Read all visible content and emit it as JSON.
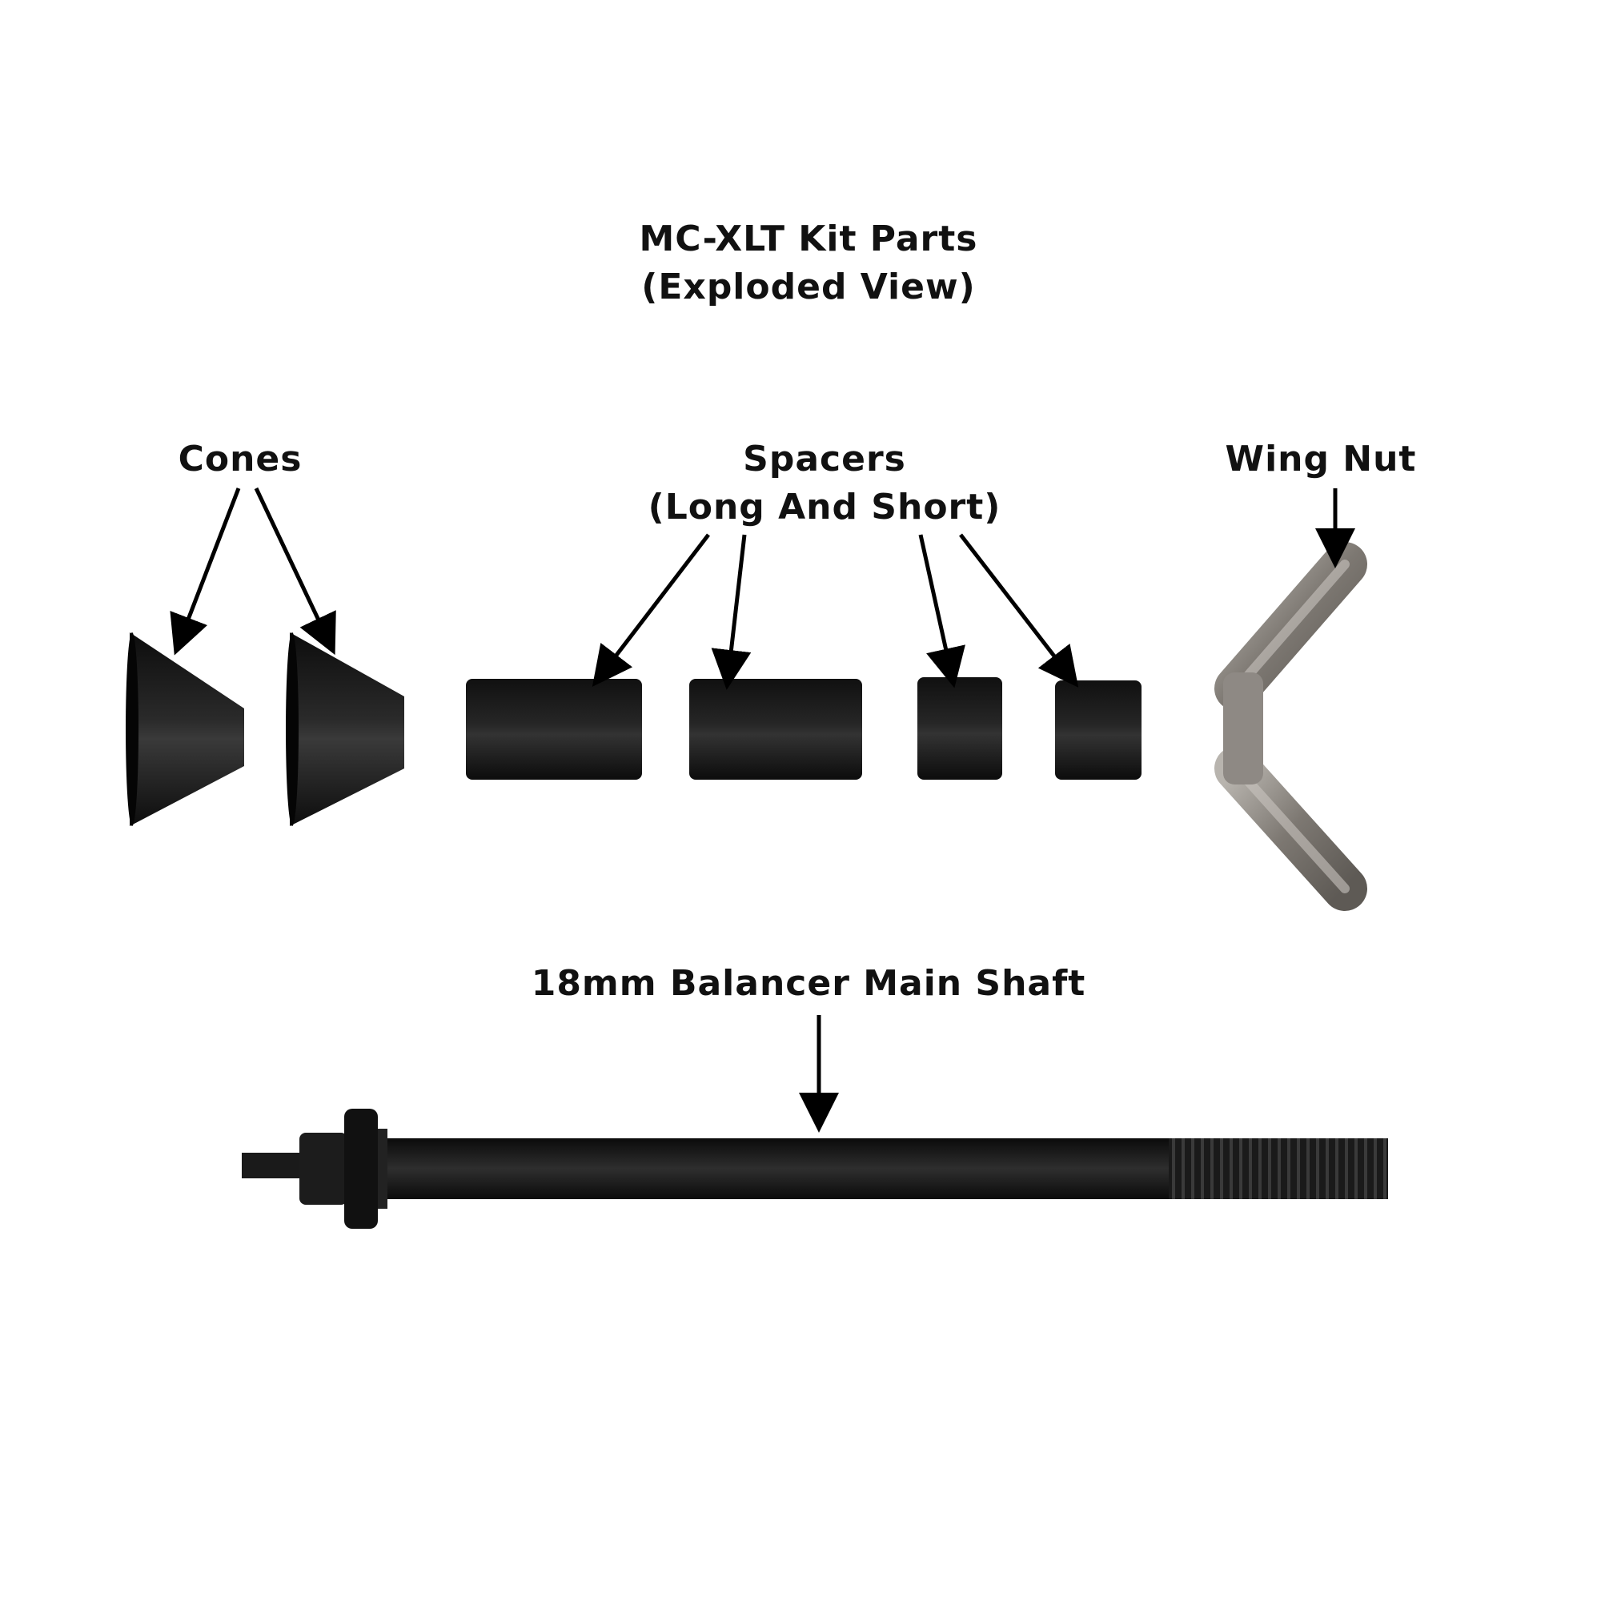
{
  "title": {
    "line1": "MC-XLT Kit Parts",
    "line2": "(Exploded View)"
  },
  "labels": {
    "cones": "Cones",
    "spacers_line1": "Spacers",
    "spacers_line2": "(Long And Short)",
    "wing_nut": "Wing Nut",
    "shaft": "18mm Balancer Main Shaft"
  },
  "colors": {
    "part_black": "#1a1a1a",
    "wing_nut_gray": "#8a8580",
    "arrow": "#000000",
    "background": "#ffffff"
  }
}
